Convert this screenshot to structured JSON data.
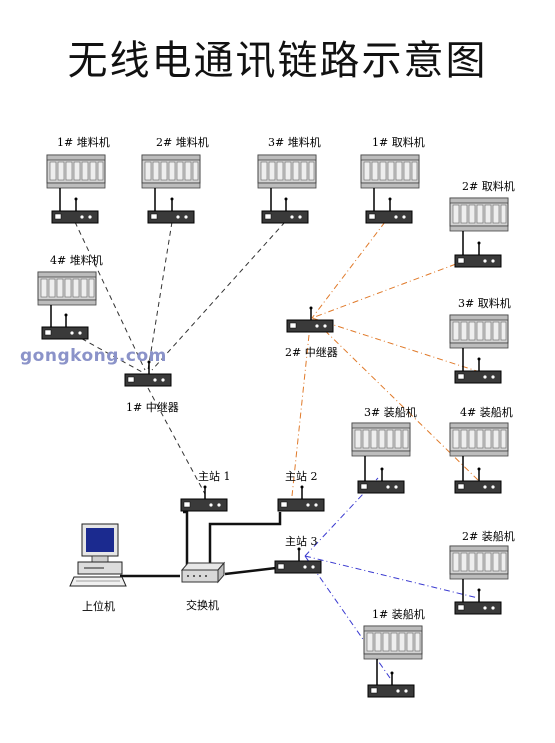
{
  "title": "无线电通讯链路示意图",
  "watermark": "gongkong.com",
  "devices": {
    "stacker1": "1# 堆料机",
    "stacker2": "2# 堆料机",
    "stacker3": "3# 堆料机",
    "stacker4": "4# 堆料机",
    "reclaimer1": "1# 取料机",
    "reclaimer2": "2# 取料机",
    "reclaimer3": "3# 取料机",
    "shiploader1": "1# 装船机",
    "shiploader2": "2# 装船机",
    "shiploader3": "3# 装船机",
    "shiploader4": "4# 装船机",
    "repeater1": "1# 中继器",
    "repeater2": "2# 中继器",
    "master1": "主站 1",
    "master2": "主站 2",
    "master3": "主站 3",
    "switch": "交换机",
    "host": "上位机"
  },
  "link_colors": {
    "repeater1_links": "#333333",
    "repeater2_links": "#e07a2a",
    "master3_links": "#3a3ad0",
    "wired": "#111111"
  }
}
